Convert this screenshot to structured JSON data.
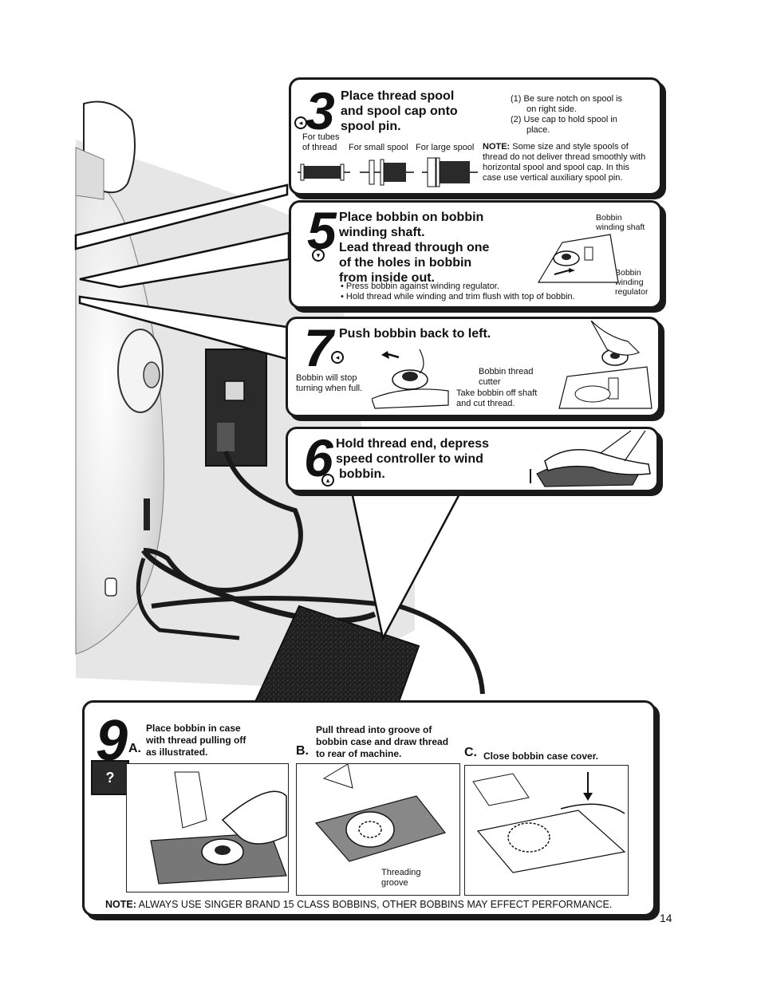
{
  "step3": {
    "number": "3",
    "title_lines": [
      "Place thread spool",
      "and spool cap onto",
      "spool pin."
    ],
    "notes": [
      "(1) Be sure notch on spool is",
      "on right side.",
      "(2) Use cap to hold spool in",
      "place."
    ],
    "note_label": "NOTE:",
    "note_text_lines": [
      " Some size and style spools of",
      "thread do not deliver thread smoothly with",
      "horizontal spool and spool cap. In this",
      "case use vertical auxiliary spool pin."
    ],
    "labels": {
      "tubes_line1": "For tubes",
      "tubes_line2": "of thread",
      "small": "For small spool",
      "large": "For large spool"
    }
  },
  "step5": {
    "number": "5",
    "title_lines": [
      "Place bobbin on bobbin",
      "winding shaft.",
      "Lead thread through one",
      "of the holes in bobbin",
      "from inside out."
    ],
    "bullets": [
      "• Press bobbin against winding regulator.",
      "• Hold thread while winding and trim flush with top of bobbin."
    ],
    "label_shaft_1": "Bobbin",
    "label_shaft_2": "winding shaft",
    "label_reg_1": "Bobbin",
    "label_reg_2": "winding",
    "label_reg_3": "regulator"
  },
  "step7": {
    "number": "7",
    "title": "Push bobbin back to left.",
    "stop_1": "Bobbin will stop",
    "stop_2": "turning when full.",
    "cutter_1": "Bobbin thread",
    "cutter_2": "cutter",
    "take_1": "Take bobbin off shaft",
    "take_2": "and cut thread."
  },
  "step6": {
    "number": "6",
    "title_lines": [
      "Hold thread end, depress",
      "speed controller to wind",
      "bobbin."
    ]
  },
  "step9": {
    "number": "9",
    "a_letter": "A.",
    "a_lines": [
      "Place bobbin in case",
      "with thread pulling off",
      "as illustrated."
    ],
    "b_letter": "B.",
    "b_lines": [
      "Pull thread into groove of",
      "bobbin case and draw thread",
      "to rear of machine."
    ],
    "c_letter": "C.",
    "c_text": "Close bobbin case cover.",
    "groove_1": "Threading",
    "groove_2": "groove",
    "note_label": "NOTE:",
    "note_text": " ALWAYS USE SINGER BRAND 15 CLASS BOBBINS, OTHER BOBBINS MAY EFFECT PERFORMANCE."
  },
  "page_number": "14"
}
